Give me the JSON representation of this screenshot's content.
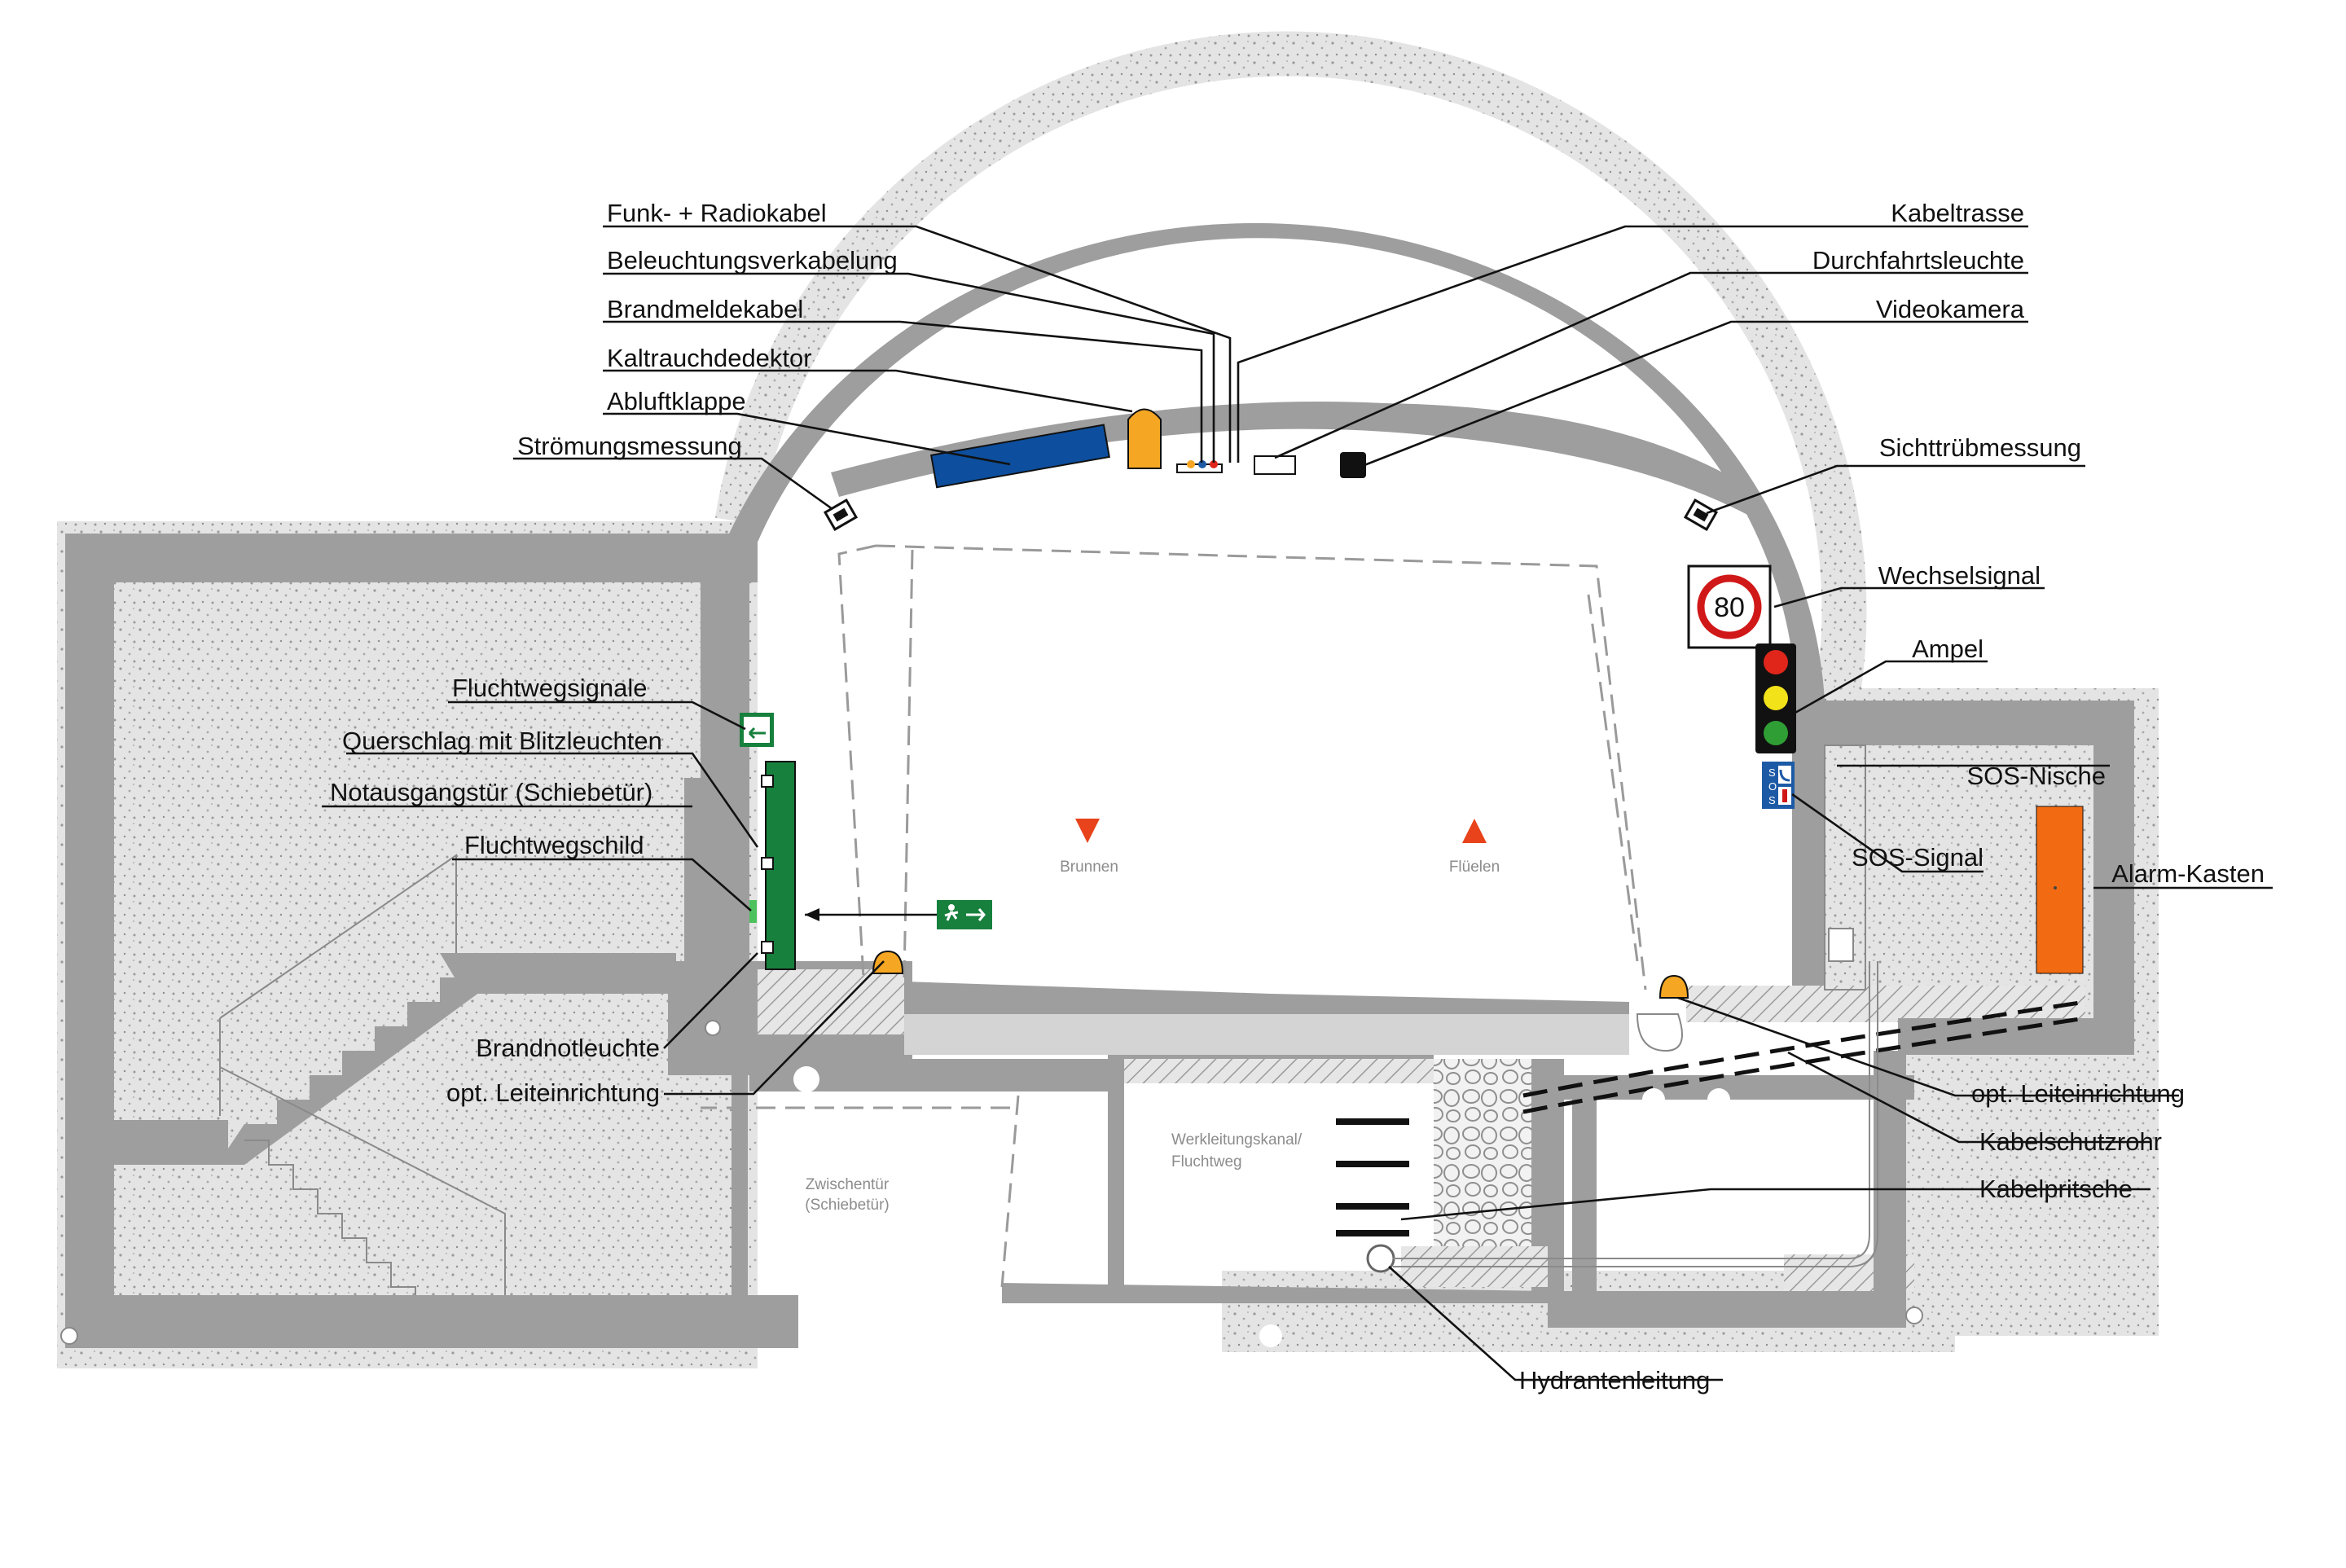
{
  "labels": {
    "funk": "Funk- + Radiokabel",
    "beleuchtung": "Beleuchtungsverkabelung",
    "brandmelde": "Brandmeldekabel",
    "kaltrauch": "Kaltrauchdedektor",
    "abluft": "Abluftklappe",
    "stroemung": "Strömungsmessung",
    "kabeltrasse": "Kabeltrasse",
    "durchfahrt": "Durchfahrtsleuchte",
    "video": "Videokamera",
    "sichttrueb": "Sichttrübmessung",
    "wechselsignal": "Wechselsignal",
    "ampel": "Ampel",
    "sos_nische": "SOS-Nische",
    "sos_signal": "SOS-Signal",
    "alarm_kasten": "Alarm-Kasten",
    "fluchtwegsignale": "Fluchtwegsignale",
    "querschlag": "Querschlag mit Blitzleuchten",
    "notausgang": "Notausgangstür (Schiebetür)",
    "fluchtwegschild": "Fluchtwegschild",
    "brandnotleuchte": "Brandnotleuchte",
    "opt_leit_left": "opt. Leiteinrichtung",
    "opt_leit_right": "opt. Leiteinrichtung",
    "kabelschutzrohr": "Kabelschutzrohr",
    "kabelpritsche": "Kabelpritsche",
    "hydrant": "Hydrantenleitung"
  },
  "small_labels": {
    "brunnen": "Brunnen",
    "flueelen": "Flüelen",
    "werkleitung_1": "Werkleitungskanal/",
    "werkleitung_2": "Fluchtweg",
    "zwischentuer_1": "Zwischentür",
    "zwischentuer_2": "(Schiebetür)"
  },
  "speed_sign": "80",
  "sos_box": {
    "line1": "S",
    "line2": "O",
    "line3": "S"
  },
  "colors": {
    "wall": "#9e9e9e",
    "concrete": "#d4d4d4",
    "brunnen_arrow": "#e8431b",
    "flueelen_arrow": "#e8431b",
    "abluft_blue": "#0d4f9e",
    "kaltrauch_orange": "#f5a623",
    "alarm_orange": "#f26b12",
    "escape_green": "#17803d",
    "sign_red": "#d01818",
    "light_red": "#e0261b",
    "light_yellow": "#f2e21a",
    "light_green": "#2f9e34",
    "sos_blue": "#1d5aa6"
  },
  "icons": [
    "directional-arrow-icon",
    "escape-running-man-icon",
    "phone-icon",
    "fire-extinguisher-icon"
  ]
}
